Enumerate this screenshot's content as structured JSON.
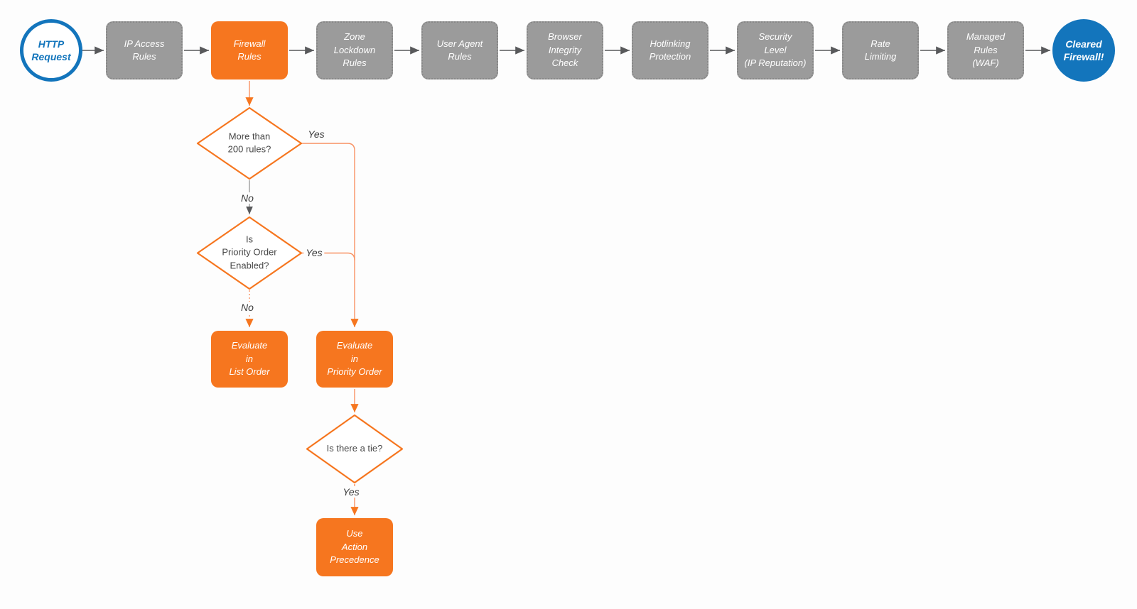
{
  "title": "HTTP request firewall evaluation flowchart",
  "colors": {
    "orange": "#F6761F",
    "orange_line": "#F89263",
    "gray_box": "#9B9B9B",
    "blue": "#1375BC",
    "arrow_dark": "#58595B",
    "text_dark": "#474747",
    "white": "#FFFFFF"
  },
  "flow": {
    "start": {
      "label": "HTTP\nRequest"
    },
    "end": {
      "label": "Cleared\nFirewall!"
    },
    "pipeline": [
      {
        "label": "IP Access\nRules"
      },
      {
        "label": "Firewall\nRules"
      },
      {
        "label": "Zone\nLockdown\nRules"
      },
      {
        "label": "User Agent\nRules"
      },
      {
        "label": "Browser\nIntegrity\nCheck"
      },
      {
        "label": "Hotlinking\nProtection"
      },
      {
        "label": "Security\nLevel\n(IP Reputation)"
      },
      {
        "label": "Rate\nLimiting"
      },
      {
        "label": "Managed\nRules\n(WAF)"
      }
    ],
    "decisions": [
      {
        "label": "More than\n200 rules?"
      },
      {
        "label": "Is\nPriority Order\nEnabled?"
      },
      {
        "label": "Is there a tie?"
      }
    ],
    "actions": [
      {
        "label": "Evaluate\nin\nList Order"
      },
      {
        "label": "Evaluate\nin\nPriority Order"
      },
      {
        "label": "Use\nAction\nPrecedence"
      }
    ],
    "edge_labels": {
      "d1_yes": "Yes",
      "d1_no": "No",
      "d2_yes": "Yes",
      "d2_no": "No",
      "d3_yes": "Yes"
    }
  }
}
